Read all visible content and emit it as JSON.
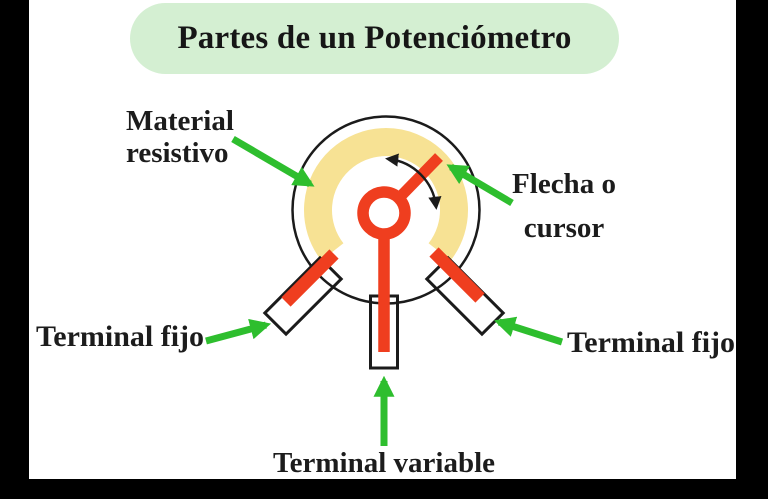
{
  "title": {
    "text": "Partes de un Potenciómetro"
  },
  "labels": {
    "material_resistivo": [
      "Material",
      "resistivo"
    ],
    "flecha_cursor": [
      "Flecha o",
      "cursor"
    ],
    "terminal_fijo_left": "Terminal fijo",
    "terminal_fijo_right": "Terminal fijo",
    "terminal_variable": "Terminal variable"
  },
  "colors": {
    "title_bg": "#d4efd2",
    "arrow_green": "#2ebe2e",
    "resistive_yellow": "#f7e294",
    "element_red": "#ef3e1f",
    "ink": "#1b1b1b",
    "frame": "#000000"
  }
}
